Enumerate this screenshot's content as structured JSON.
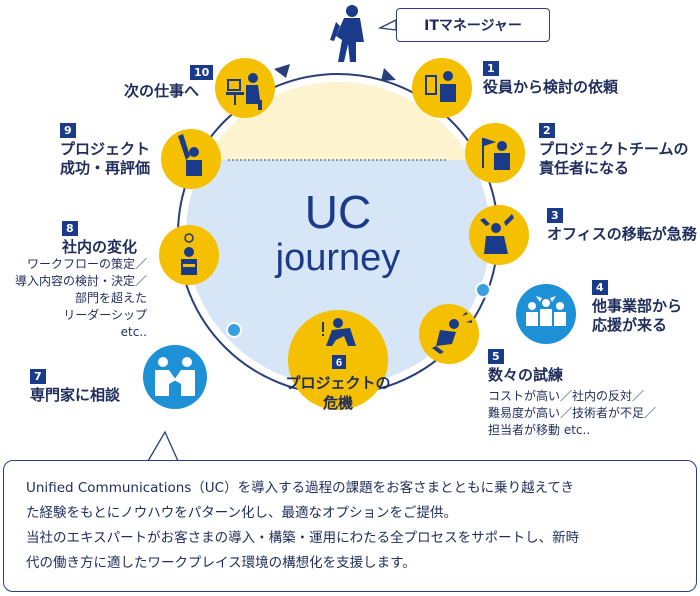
{
  "title": {
    "line1": "UC",
    "line2": "journey"
  },
  "role_callout": "ITマネージャー",
  "steps": [
    {
      "num": "1",
      "label": "役員から検討の依頼",
      "icon": "person-at-desk-icon"
    },
    {
      "num": "2",
      "label_lines": [
        "プロジェクトチームの",
        "責任者になる"
      ],
      "icon": "person-with-flag-icon"
    },
    {
      "num": "3",
      "label": "オフィスの移転が急務",
      "icon": "stressed-person-icon"
    },
    {
      "num": "4",
      "label_lines": [
        "他事業部から",
        "応援が来る"
      ],
      "icon": "group-of-people-icon"
    },
    {
      "num": "5",
      "label": "数々の試練",
      "details": [
        "コストが高い／社内の反対／",
        "難易度が高い／技術者が不足／",
        "担当者が移動 etc.."
      ],
      "icon": "falling-person-icon"
    },
    {
      "num": "6",
      "label_lines": [
        "プロジェクトの",
        "危機"
      ],
      "icon": "crisis-kneeling-person-icon"
    },
    {
      "num": "7",
      "label": "専門家に相談",
      "icon": "handshake-icon"
    },
    {
      "num": "8",
      "label": "社内の変化",
      "details": [
        "ワークフローの策定／",
        "導入内容の検討・決定／",
        "部門を超えた",
        "リーダーシップ",
        "etc.."
      ],
      "icon": "lightbulb-person-icon"
    },
    {
      "num": "9",
      "label_lines": [
        "プロジェクト",
        "成功・再評価"
      ],
      "icon": "raised-fist-person-icon"
    },
    {
      "num": "10",
      "label": "次の仕事へ",
      "icon": "person-working-at-computer-icon"
    }
  ],
  "description": [
    "Unified Communications（UC）を導入する過程の課題をお客さまとともに乗り越えてき",
    "た経験をもとにノウハウをパターン化し、最適なオプションをご提供。",
    "当社のエキスパートがお客さまの導入・構築・運用にわたる全プロセスをサポートし、新時",
    "代の働き方に適したワークプレイス環境の構想化を支援します。"
  ],
  "colors": {
    "navy": "#1a3a8a",
    "ring": "#2a3f7a",
    "yellow": "#f5c000",
    "light_blue_fill": "#d6e6f6",
    "cream_fill": "#fdf3cf",
    "blue_icon": "#1e90d6",
    "dot_blue": "#3aa0e0"
  }
}
